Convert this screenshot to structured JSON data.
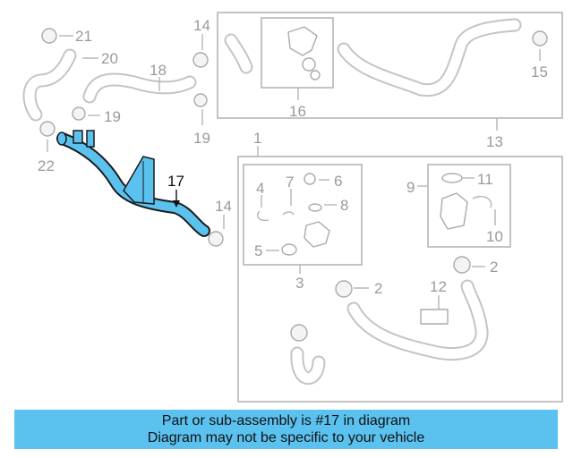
{
  "callouts": {
    "c1": "1",
    "c2a": "2",
    "c2b": "2",
    "c3": "3",
    "c4": "4",
    "c5": "5",
    "c6": "6",
    "c7": "7",
    "c8": "8",
    "c9": "9",
    "c10": "10",
    "c11": "11",
    "c12": "12",
    "c13": "13",
    "c14a": "14",
    "c14b": "14",
    "c15": "15",
    "c16": "16",
    "c17": "17",
    "c18": "18",
    "c19a": "19",
    "c19b": "19",
    "c20": "20",
    "c21": "21",
    "c22": "22"
  },
  "highlight": {
    "part_number": "17",
    "color": "#5bc2ef"
  },
  "banner": {
    "line1": "Part or sub-assembly is #17 in diagram",
    "line2": "Diagram may not be specific to your vehicle",
    "background": "#5bc2ef"
  }
}
